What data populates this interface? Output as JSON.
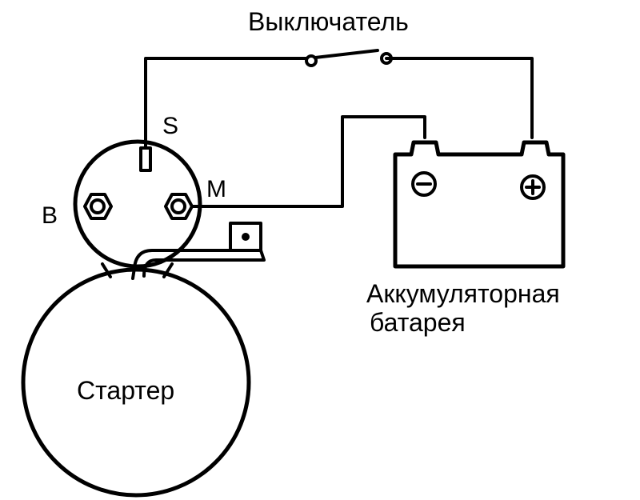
{
  "labels": {
    "switch": "Выключатель",
    "terminal_s": "S",
    "terminal_m": "M",
    "terminal_b": "B",
    "battery_line1": "Аккумуляторная",
    "battery_line2": "батарея",
    "starter": "Стартер"
  },
  "battery_terminals": {
    "negative": "⊖",
    "positive": "⊕"
  }
}
